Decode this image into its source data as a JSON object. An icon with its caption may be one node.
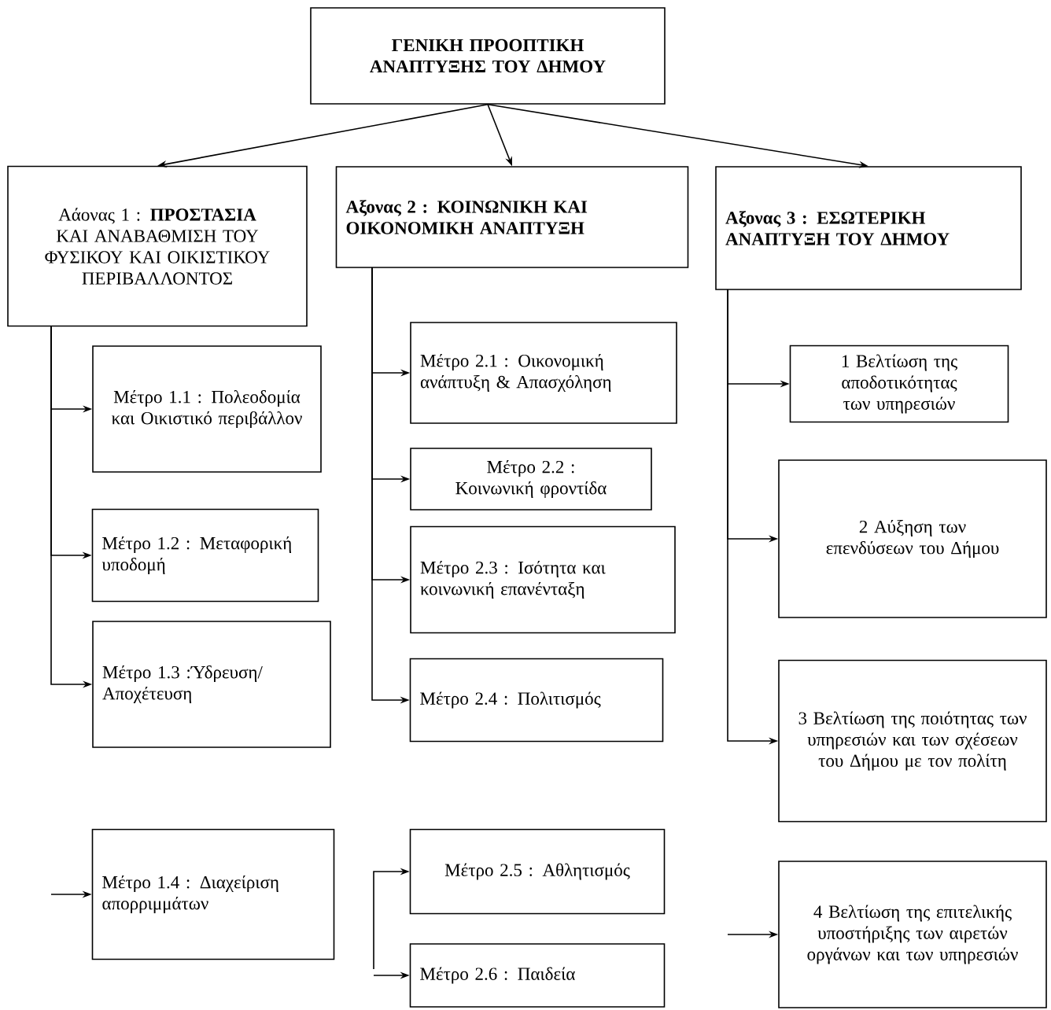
{
  "diagram": {
    "nodes": [
      {
        "text": [
          "ΓΕΝΙΚΗ ΠΡΟΟΠΤΙΚΗ ΑΝΑΠΤΥΞΗΣ ΤΟΥ ΔΗΜΟΥ"
        ]
      },
      {
        "text": [
          "Αάονας 1 : **ΠΡΟΣΤΑΣΙΑ** ΚΑΙ ΑΝΑΒΑΘΜΙΣΗ ΤΟΥ ΦΥΣΙΚΟΥ ΚΑΙ ΟΙΚΙΣΤΙΚΟΥ ΠΕΡΙΒΑΛΛΟΝΤΟΣ"
        ]
      },
      {
        "text": [
          "Αξονας 2 : ΚΟΙΝΩΝΙΚΗ ΚΑΙ ΟΙΚΟΝΟΜΙΚΗ ΑΝΑΠΤΥΞΗ"
        ]
      },
      {
        "text": [
          "Αξονας 3 : ΕΣΩΤΕΡΙΚΗ ΑΝΑΠΤΥΞΗ ΤΟΥ ΔΗΜΟΥ"
        ]
      },
      {
        "text": [
          "Μέτρο 1.1 : Πολεοδομία και Οικιστικό περιβάλλον"
        ]
      },
      {
        "text": [
          "Μέτρο 1.2 : Μεταφορική υποδομή"
        ]
      },
      {
        "text": [
          "Μέτρο 1.3 :Ύδρευση/ Αποχέτευση"
        ]
      },
      {
        "text": [
          "Μέτρο 1.4 : Διαχείριση απορριμμάτων"
        ]
      },
      {
        "text": [
          "Μέτρο 2.1 : Οικονομική ανάπτυξη & Απασχόληση"
        ]
      },
      {
        "text": [
          "Μέτρο 2.2 : Κοινωνική φροντίδα"
        ]
      },
      {
        "text": [
          "Μέτρο 2.3 : Ισότητα και κοινωνική επανένταξη"
        ]
      },
      {
        "text": [
          "Μέτρο 2.4 : Πολιτισμός"
        ]
      },
      {
        "text": [
          "Μέτρο 2.5 : Αθλητισμός"
        ]
      },
      {
        "text": [
          "Μέτρο 2.6 : Παιδεία"
        ]
      },
      {
        "text": [
          "1 Βελτίωση της αποδοτικότητας των υπηρεσιών"
        ]
      },
      {
        "text": [
          "2 Αύξηση των επενδύσεων του Δήμου"
        ]
      },
      {
        "text": [
          "3 Βελτίωση της ποιότητας των υπηρεσιών και των σχέσεων του Δήμου με τον πολίτη"
        ]
      },
      {
        "text": [
          "4 Βελτίωση της επιτελικής υποστήριξης των αιρετών οργάνων και των υπηρεσιών"
        ]
      }
    ],
    "edges": [
      {
        "from": 0,
        "to": 1,
        "arrow": "to"
      },
      {
        "from": 0,
        "to": 2,
        "arrow": "to"
      },
      {
        "from": 0,
        "to": 3,
        "arrow": "to"
      },
      {
        "from": 1,
        "to": 4,
        "arrow": "to"
      },
      {
        "from": 1,
        "to": 5,
        "arrow": "to"
      },
      {
        "from": 1,
        "to": 6,
        "arrow": "to"
      },
      {
        "from": null,
        "to": 7,
        "arrow": "to"
      },
      {
        "from": 2,
        "to": 8,
        "arrow": "to"
      },
      {
        "from": 2,
        "to": 9,
        "arrow": "to"
      },
      {
        "from": 2,
        "to": 10,
        "arrow": "to"
      },
      {
        "from": 2,
        "to": 11,
        "arrow": "to"
      },
      {
        "from": null,
        "to": 12,
        "arrow": "to"
      },
      {
        "from": null,
        "to": 13,
        "arrow": "to"
      },
      {
        "from": 3,
        "to": 14,
        "arrow": "to"
      },
      {
        "from": 3,
        "to": 15,
        "arrow": "to"
      },
      {
        "from": 3,
        "to": 16,
        "arrow": "to"
      },
      {
        "from": null,
        "to": 17,
        "arrow": "to"
      }
    ]
  }
}
